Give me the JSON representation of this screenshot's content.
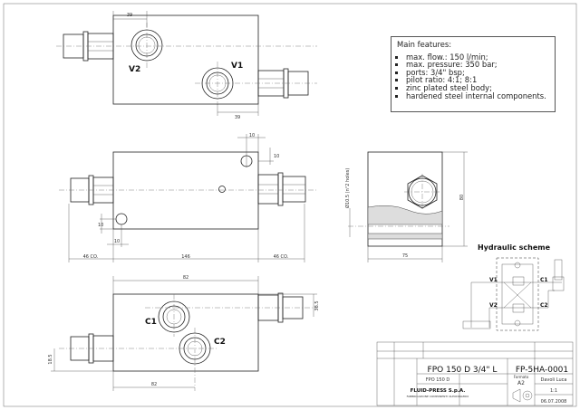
{
  "features": {
    "title": "Main features:",
    "items": [
      "max. flow.: 150 l/min;",
      "max. pressure: 350 bar;",
      "ports: 3/4\" bsp;",
      "pilot ratio: 4:1; 8:1",
      "zinc plated steel body;",
      "hardened steel internal components."
    ]
  },
  "top_view": {
    "port_v1": "V1",
    "port_v2": "V2",
    "dim_top": "39",
    "dim_bottom": "39"
  },
  "front_view": {
    "dim_10_a": "10",
    "dim_10_b": "10",
    "dim_10_c": "10",
    "dim_10_d": "10",
    "dim_left": "46 CO.",
    "dim_body": "146",
    "dim_right": "46 CO."
  },
  "side_view": {
    "hole_note": "Ø10.5 (n°2 holes)",
    "dim_height": "80",
    "dim_width": "75"
  },
  "bottom_view": {
    "port_c1": "C1",
    "port_c2": "C2",
    "dim_top": "82",
    "dim_bottom": "82",
    "dim_right": "38.5",
    "dim_left": "18.5"
  },
  "hydraulic": {
    "title": "Hydraulic scheme",
    "v1": "V1",
    "v2": "V2",
    "c1": "C1",
    "c2": "C2"
  },
  "title_block": {
    "designation": "FPO 150 D 3/4\" L",
    "code": "FP-5HA-0001",
    "subtitle": "FPO 150 D",
    "format_label": "Formato",
    "format": "A2",
    "drawn_by": "Davoli Luca",
    "scale": "1:1",
    "date": "06.07.2008",
    "company": "FLUID-PRESS S.p.A.",
    "company_sub": "FABBRICAZIONE COMPONENTI OLEODINAMICI"
  }
}
